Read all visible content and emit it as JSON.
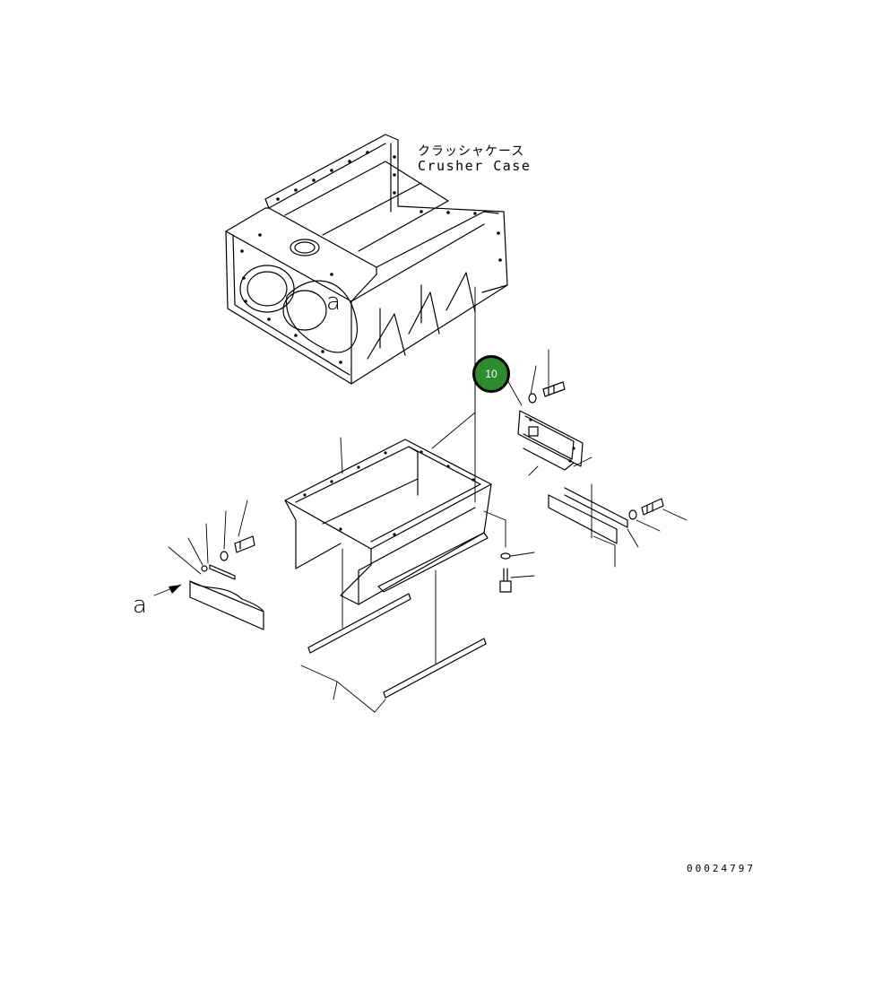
{
  "diagram": {
    "title_jp": "クラッシャケース",
    "title_en": "Crusher Case",
    "document_number": "00024797",
    "view_marker_letter": "a",
    "callout_badge": {
      "number": "10",
      "color": "#2e8b2e"
    }
  }
}
